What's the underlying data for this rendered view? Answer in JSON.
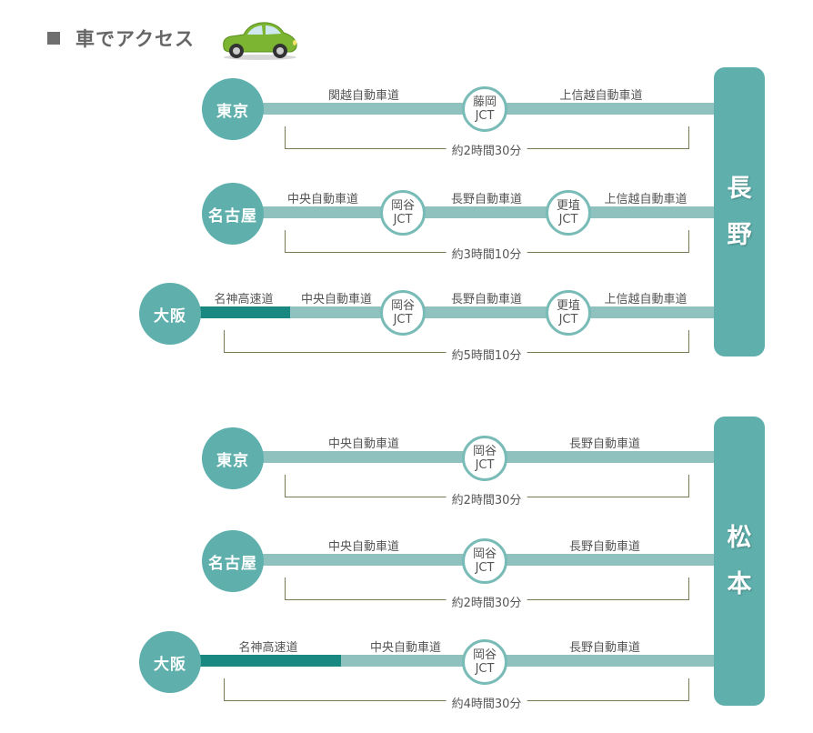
{
  "header": {
    "title": "車でアクセス",
    "car_icon": "car-icon"
  },
  "colors": {
    "accent": "#5fb0ad",
    "road_light": "#8fc2bf",
    "road_dark": "#188880",
    "jct_border": "#78bbb7"
  },
  "sections": [
    {
      "destination": "長野",
      "dest_chars": [
        "長",
        "野"
      ],
      "routes": [
        {
          "origin": "東京",
          "jcts": [
            "藤岡 JCT"
          ],
          "labels": [
            "関越自動車道",
            "上信越自動車道"
          ],
          "time": "約2時間30分"
        },
        {
          "origin": "名古屋",
          "jcts": [
            "岡谷 JCT",
            "更埴 JCT"
          ],
          "labels": [
            "中央自動車道",
            "長野自動車道",
            "上信越自動車道"
          ],
          "time": "約3時間10分"
        },
        {
          "origin": "大阪",
          "jcts": [
            "岡谷 JCT",
            "更埴 JCT"
          ],
          "labels": [
            "名神高速道",
            "中央自動車道",
            "長野自動車道",
            "上信越自動車道"
          ],
          "time": "約5時間10分"
        }
      ]
    },
    {
      "destination": "松本",
      "dest_chars": [
        "松",
        "本"
      ],
      "routes": [
        {
          "origin": "東京",
          "jcts": [
            "岡谷 JCT"
          ],
          "labels": [
            "中央自動車道",
            "長野自動車道"
          ],
          "time": "約2時間30分"
        },
        {
          "origin": "名古屋",
          "jcts": [
            "岡谷 JCT"
          ],
          "labels": [
            "中央自動車道",
            "長野自動車道"
          ],
          "time": "約2時間30分"
        },
        {
          "origin": "大阪",
          "jcts": [
            "岡谷 JCT"
          ],
          "labels": [
            "名神高速道",
            "中央自動車道",
            "長野自動車道"
          ],
          "time": "約4時間30分"
        }
      ]
    }
  ]
}
